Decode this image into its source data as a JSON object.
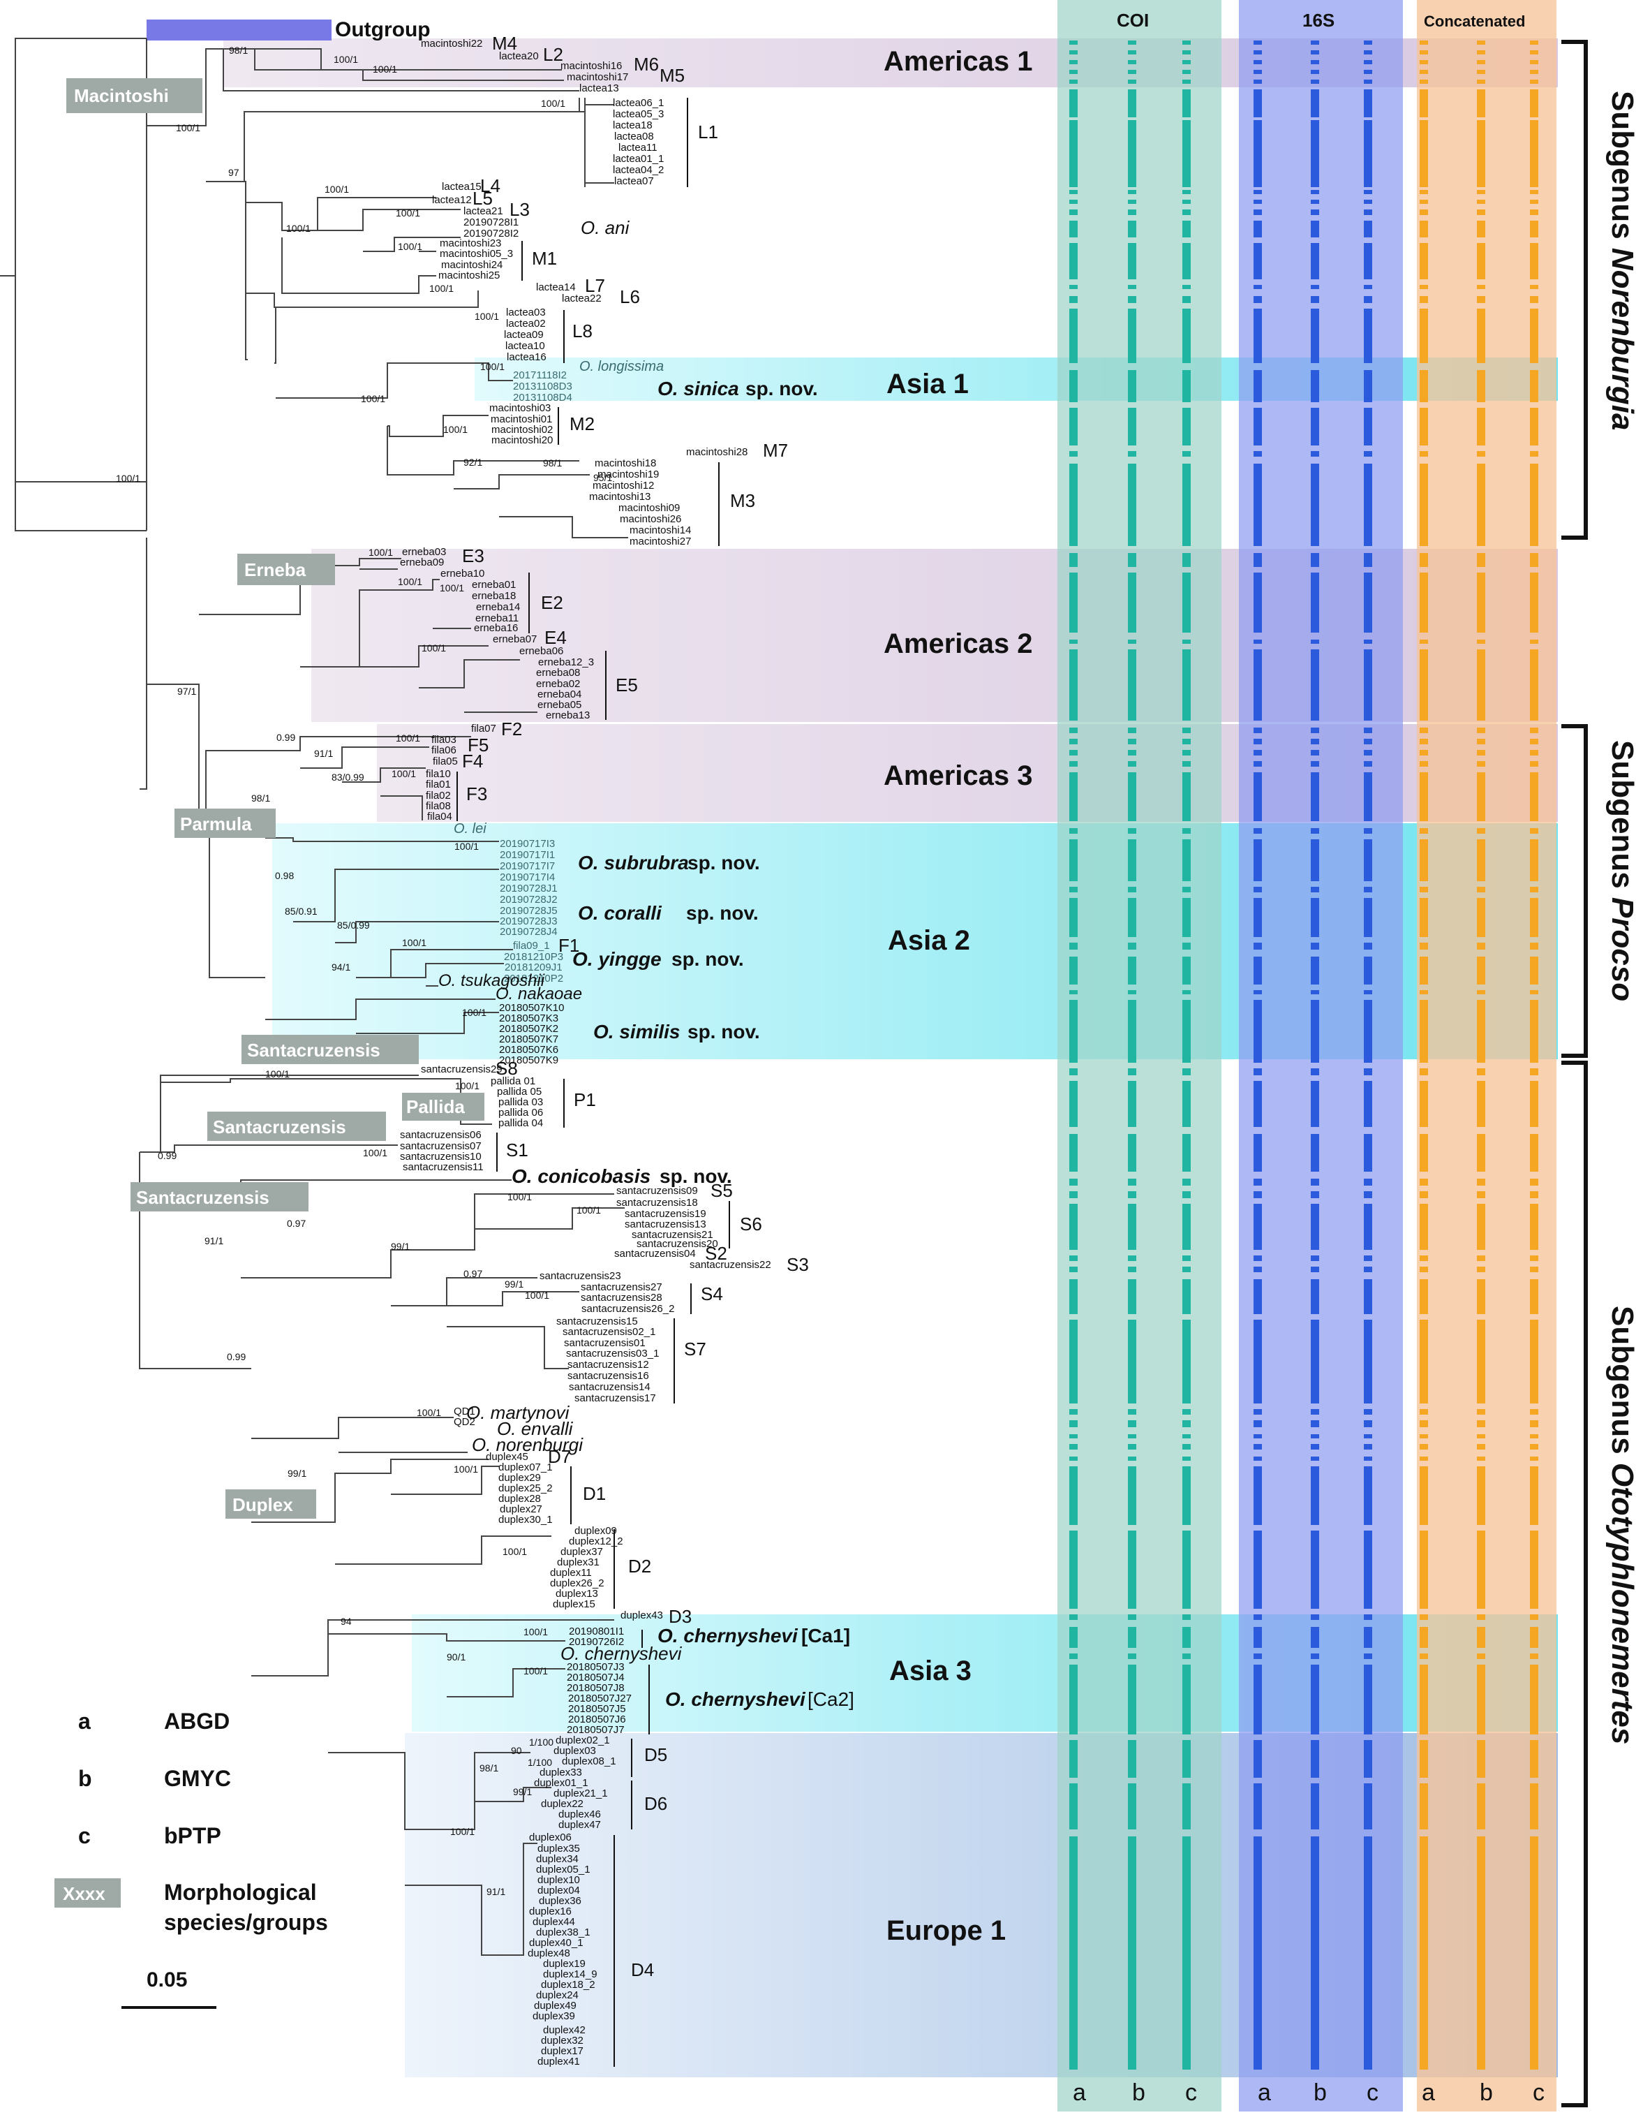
{
  "outgroup_label": "Outgroup",
  "columns": {
    "coi": "COI",
    "s16": "16S",
    "concat": "Concatenated",
    "foot_letters": [
      "a",
      "b",
      "c"
    ]
  },
  "regions": {
    "americas1": "Americas 1",
    "asia1": "Asia 1",
    "americas2": "Americas 2",
    "americas3": "Americas 3",
    "asia2": "Asia 2",
    "asia3": "Asia 3",
    "europe1": "Europe 1"
  },
  "subgenera": {
    "norenburgia": {
      "prefix": "Subgenus ",
      "name": "Norenburgia"
    },
    "procso": {
      "prefix": "Subgenus ",
      "name": "Procso"
    },
    "ototyphlonemertes": {
      "prefix": "Subgenus ",
      "name": "Ototyphlonemertes"
    }
  },
  "morph_groups": {
    "macintoshi": "Macintoshi",
    "erneba": "Erneba",
    "parmula": "Parmula",
    "santacruzensis1": "Santacruzensis",
    "pallida": "Pallida",
    "santacruzensis2": "Santacruzensis",
    "santacruzensis3": "Santacruzensis",
    "duplex": "Duplex"
  },
  "clades": {
    "M4": "M4",
    "L2": "L2",
    "M6": "M6",
    "M5": "M5",
    "L1": "L1",
    "L4": "L4",
    "L5": "L5",
    "L3": "L3",
    "M1": "M1",
    "L7": "L7",
    "L6": "L6",
    "L8": "L8",
    "M2": "M2",
    "M7": "M7",
    "M3": "M3",
    "E3": "E3",
    "E2": "E2",
    "E4": "E4",
    "E5": "E5",
    "F2": "F2",
    "F5": "F5",
    "F4": "F4",
    "F3": "F3",
    "F1": "F1",
    "S8": "S8",
    "P1": "P1",
    "S1": "S1",
    "S5": "S5",
    "S6": "S6",
    "S2": "S2",
    "S3": "S3",
    "S4": "S4",
    "S7": "S7",
    "D7": "D7",
    "D1": "D1",
    "D2": "D2",
    "D3": "D3",
    "D5": "D5",
    "D6": "D6",
    "D4": "D4"
  },
  "species": {
    "o_ani": "O. ani",
    "o_longissima": "O. longissima",
    "o_sinica": "O. sinica",
    "o_lei": "O. lei",
    "o_subrubra": "O. subrubra",
    "o_coralli": "O. coralli",
    "o_yingge": "O. yingge",
    "o_tsukagoshii": "O. tsukagoshii",
    "o_nakaoae": "O. nakaoae",
    "o_similis": "O. similis",
    "o_conicobasis": "O. conicobasis",
    "o_martynovi": "O. martynovi",
    "o_envalli": "O. envalli",
    "o_norenburgi": "O. norenburgi",
    "o_chernyshevi_ca1": "O. chernyshevi",
    "o_chernyshevi": "O. chernyshevi",
    "o_chernyshevi_ca2": "O. chernyshevi",
    "sp_nov": "sp. nov.",
    "ca1": "[Ca1]",
    "ca2": "[Ca2]"
  },
  "tips": {
    "macintoshi22": "macintoshi22",
    "lactea20": "lactea20",
    "macintoshi16": "macintoshi16",
    "macintoshi17": "macintoshi17",
    "lactea13": "lactea13",
    "lactea06_1": "lactea06_1",
    "lactea05_3": "lactea05_3",
    "lactea18": "lactea18",
    "lactea08": "lactea08",
    "lactea11": "lactea11",
    "lactea01_1": "lactea01_1",
    "lactea04_2": "lactea04_2",
    "lactea07": "lactea07",
    "lactea15": "lactea15",
    "lactea12": "lactea12",
    "lactea21": "lactea21",
    "s20190728I1": "20190728I1",
    "s20190728I2": "20190728I2",
    "macintoshi23": "macintoshi23",
    "macintoshi05_3": "macintoshi05_3",
    "macintoshi24": "macintoshi24",
    "macintoshi25": "macintoshi25",
    "lactea14": "lactea14",
    "lactea22": "lactea22",
    "lactea03": "lactea03",
    "lactea02": "lactea02",
    "lactea09": "lactea09",
    "lactea10": "lactea10",
    "lactea16": "lactea16",
    "s20171118I2": "20171118I2",
    "s20131108D3": "20131108D3",
    "s20131108D4": "20131108D4",
    "macintoshi03": "macintoshi03",
    "macintoshi01": "macintoshi01",
    "macintoshi02": "macintoshi02",
    "macintoshi20": "macintoshi20",
    "macintoshi28": "macintoshi28",
    "macintoshi18": "macintoshi18",
    "macintoshi19": "macintoshi19",
    "macintoshi12": "macintoshi12",
    "macintoshi13": "macintoshi13",
    "macintoshi09": "macintoshi09",
    "macintoshi26": "macintoshi26",
    "macintoshi14": "macintoshi14",
    "macintoshi27": "macintoshi27",
    "erneba03": "erneba03",
    "erneba09": "erneba09",
    "erneba10": "erneba10",
    "erneba01": "erneba01",
    "erneba18": "erneba18",
    "erneba14": "erneba14",
    "erneba11": "erneba11",
    "erneba16": "erneba16",
    "erneba07": "erneba07",
    "erneba06": "erneba06",
    "erneba12_3": "erneba12_3",
    "erneba08": "erneba08",
    "erneba02": "erneba02",
    "erneba04": "erneba04",
    "erneba05": "erneba05",
    "erneba13": "erneba13",
    "fila07": "fila07",
    "fila03": "fila03",
    "fila06": "fila06",
    "fila05": "fila05",
    "fila10": "fila10",
    "fila01": "fila01",
    "fila02": "fila02",
    "fila08": "fila08",
    "fila04": "fila04",
    "s20190717I3": "20190717I3",
    "s20190717I1": "20190717I1",
    "s20190717I7": "20190717I7",
    "s20190717I4": "20190717I4",
    "s20190728J1": "20190728J1",
    "s20190728J2": "20190728J2",
    "s20190728J5": "20190728J5",
    "s20190728J3": "20190728J3",
    "s20190728J4": "20190728J4",
    "fila09_1": "fila09_1",
    "s20181210P3": "20181210P3",
    "s20181209J1": "20181209J1",
    "s20181210P2": "20181210P2",
    "s20180507K10": "20180507K10",
    "s20180507K3": "20180507K3",
    "s20180507K2": "20180507K2",
    "s20180507K7": "20180507K7",
    "s20180507K6": "20180507K6",
    "s20180507K9": "20180507K9",
    "santacruzensis29": "santacruzensis29",
    "pallida01": "pallida 01",
    "pallida05": "pallida 05",
    "pallida03": "pallida 03",
    "pallida06": "pallida 06",
    "pallida04": "pallida 04",
    "santacruzensis06": "santacruzensis06",
    "santacruzensis07": "santacruzensis07",
    "santacruzensis10": "santacruzensis10",
    "santacruzensis11": "santacruzensis11",
    "santacruzensis09": "santacruzensis09",
    "santacruzensis18": "santacruzensis18",
    "santacruzensis19": "santacruzensis19",
    "santacruzensis13": "santacruzensis13",
    "santacruzensis21": "santacruzensis21",
    "santacruzensis20": "santacruzensis20",
    "santacruzensis04": "santacruzensis04",
    "santacruzensis22": "santacruzensis22",
    "santacruzensis23": "santacruzensis23",
    "santacruzensis27": "santacruzensis27",
    "santacruzensis28": "santacruzensis28",
    "santacruzensis26_2": "santacruzensis26_2",
    "santacruzensis15": "santacruzensis15",
    "santacruzensis02_1": "santacruzensis02_1",
    "santacruzensis01": "santacruzensis01",
    "santacruzensis03_1": "santacruzensis03_1",
    "santacruzensis12": "santacruzensis12",
    "santacruzensis16": "santacruzensis16",
    "santacruzensis14": "santacruzensis14",
    "santacruzensis17": "santacruzensis17",
    "QD1": "QD1",
    "QD2": "QD2",
    "duplex45": "duplex45",
    "duplex07_1": "duplex07_1",
    "duplex29": "duplex29",
    "duplex25_2": "duplex25_2",
    "duplex28": "duplex28",
    "duplex27": "duplex27",
    "duplex30_1": "duplex30_1",
    "duplex09": "duplex09",
    "duplex12_2": "duplex12_2",
    "duplex37": "duplex37",
    "duplex31": "duplex31",
    "duplex11": "duplex11",
    "duplex26_2": "duplex26_2",
    "duplex13": "duplex13",
    "duplex15": "duplex15",
    "duplex43": "duplex43",
    "s20190801I1": "20190801I1",
    "s20190726I2": "20190726I2",
    "s20180507J3": "20180507J3",
    "s20180507J4": "20180507J4",
    "s20180507J8": "20180507J8",
    "s20180507J27": "20180507J27",
    "s20180507J5": "20180507J5",
    "s20180507J6": "20180507J6",
    "s20180507J7": "20180507J7",
    "duplex02_1": "duplex02_1",
    "duplex03": "duplex03",
    "duplex08_1": "duplex08_1",
    "duplex33": "duplex33",
    "duplex01_1": "duplex01_1",
    "duplex21_1": "duplex21_1",
    "duplex22": "duplex22",
    "duplex46": "duplex46",
    "duplex47": "duplex47",
    "duplex06": "duplex06",
    "duplex35": "duplex35",
    "duplex34": "duplex34",
    "duplex05_1": "duplex05_1",
    "duplex10": "duplex10",
    "duplex04": "duplex04",
    "duplex36": "duplex36",
    "duplex16": "duplex16",
    "duplex44": "duplex44",
    "duplex38_1": "duplex38_1",
    "duplex40_1": "duplex40_1",
    "duplex48": "duplex48",
    "duplex19": "duplex19",
    "duplex14_9": "duplex14_9",
    "duplex18_2": "duplex18_2",
    "duplex24": "duplex24",
    "duplex49": "duplex49",
    "duplex39": "duplex39",
    "duplex42": "duplex42",
    "duplex32": "duplex32",
    "duplex17": "duplex17",
    "duplex41": "duplex41"
  },
  "support": {
    "n98_1a": "98/1",
    "n100_1a": "100/1",
    "n100_1b": "100/1",
    "n100_1c": "100/1",
    "n97": "97",
    "n100_1d": "100/1",
    "n100_1e": "100/1",
    "n100_1f": "100/1",
    "n100_1g": "100/1",
    "n100_1h": "100/1",
    "n100_1i": "100/1",
    "n100_1j": "100/1",
    "n100_1k": "100/1",
    "n100_1l": "100/1",
    "n92_1": "92/1",
    "n98_1b": "98/1",
    "n95_1": "95/1",
    "n100_1root": "100/1",
    "n100_1m": "100/1",
    "n100_1n": "100/1",
    "n100_1o": "100/1",
    "n100_1p": "100/1",
    "n100_1q": "100/1",
    "n97_1": "97/1",
    "n0_99a": "0.99",
    "n91_1": "91/1",
    "n100_1r": "100/1",
    "n83_099": "83/0.99",
    "n98_1c": "98/1",
    "n100_1s": "100/1",
    "n0_98": "0.98",
    "n85_091": "85/0.91",
    "n85_099": "85/0.99",
    "n100_1t": "100/1",
    "n94_1": "94/1",
    "n100_1u": "100/1",
    "n100_1v": "100/1",
    "n100_1w": "100/1",
    "n100_1x": "100/1",
    "n0_99b": "0.99",
    "n100_1y": "100/1",
    "n0_97": "0.97",
    "n91_1b": "91/1",
    "n99_1": "99/1",
    "n0_97b": "0.97",
    "n99_1b": "99/1",
    "n100_1z": "100/1",
    "n0_99c": "0.99",
    "n100_1aa": "100/1",
    "n100_1ab": "100/1",
    "n99_1c": "99/1",
    "n100_1ac": "100/1",
    "n100_1ad": "100/1",
    "n94": "94",
    "n100_1ae": "100/1",
    "n90_1": "90/1",
    "n100_1af": "100/1",
    "n1_100a": "1/100",
    "n90": "90",
    "n1_100b": "1/100",
    "n98_1d": "98/1",
    "n99_1d": "99/1",
    "n100_1ag": "100/1",
    "n100_1ah": "100/1"
  },
  "legend": {
    "a_key": "a",
    "a_val": "ABGD",
    "b_key": "b",
    "b_val": "GMYC",
    "c_key": "c",
    "c_val": "bPTP",
    "x_key": "Xxxx",
    "x_val_line1": "Morphological",
    "x_val_line2": "species/groups"
  },
  "scale_bar": {
    "label": "0.05",
    "value": 0.05
  },
  "colors": {
    "coi_band": "#b7dcd5",
    "coi_bar": "#1fb5a0",
    "s16_band": "#a9b3f2",
    "s16_bar": "#2b5bdc",
    "concat_band": "#f7cda9",
    "concat_bar": "#f5a623",
    "americas_shade": "#e6d9ea",
    "asia_shade": "#a8ecf3",
    "europe_shade": "#bcd3ec",
    "morph_box": "#9fa9a6",
    "outgroup_bar": "#7878e6"
  }
}
